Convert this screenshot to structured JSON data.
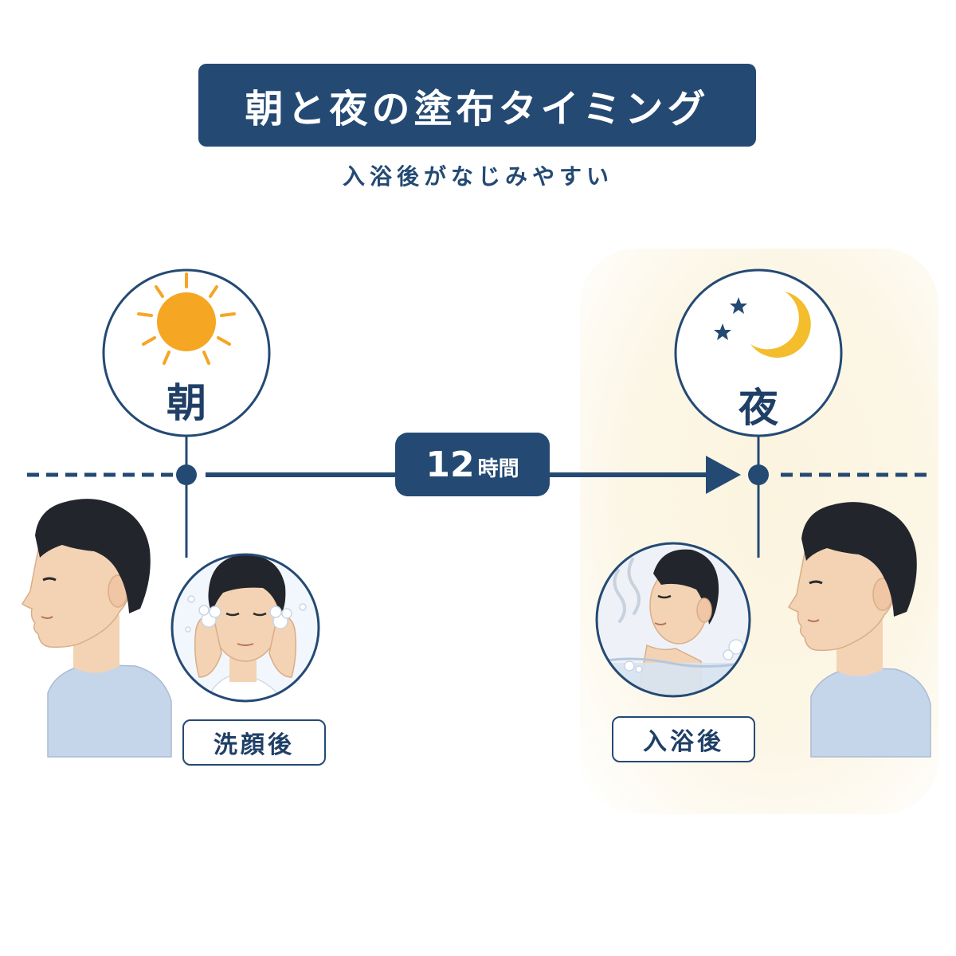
{
  "title": "朝と夜の塗布タイミング",
  "subtitle": "入浴後がなじみやすい",
  "morning": {
    "label": "朝",
    "tag": "洗顔後",
    "icon": "sun-icon"
  },
  "night": {
    "label": "夜",
    "tag": "入浴後",
    "icon": "moon-icon"
  },
  "interval": {
    "number": "12",
    "unit": "時間"
  },
  "colors": {
    "navy": "#244a74",
    "sun": "#f5a623",
    "moon": "#f3bd2b",
    "skin": "#f3d3b4",
    "hair": "#22262c",
    "shirt": "#c6d6ea",
    "night_bg": "#fcf5e2"
  }
}
